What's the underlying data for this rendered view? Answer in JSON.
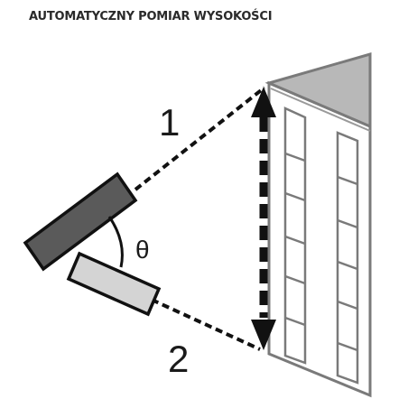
{
  "title": "AUTOMATYCZNY POMIAR WYSOKOŚCI",
  "labels": {
    "line_upper": "1",
    "line_lower": "2",
    "angle": "θ"
  },
  "colors": {
    "text": "#1a1a1a",
    "sensor_upper": "#5a5a5a",
    "sensor_lower": "#d4d4d4",
    "building_roof": "#b8b8b8",
    "building_outline": "#7a7a7a",
    "arrow": "#111111"
  }
}
